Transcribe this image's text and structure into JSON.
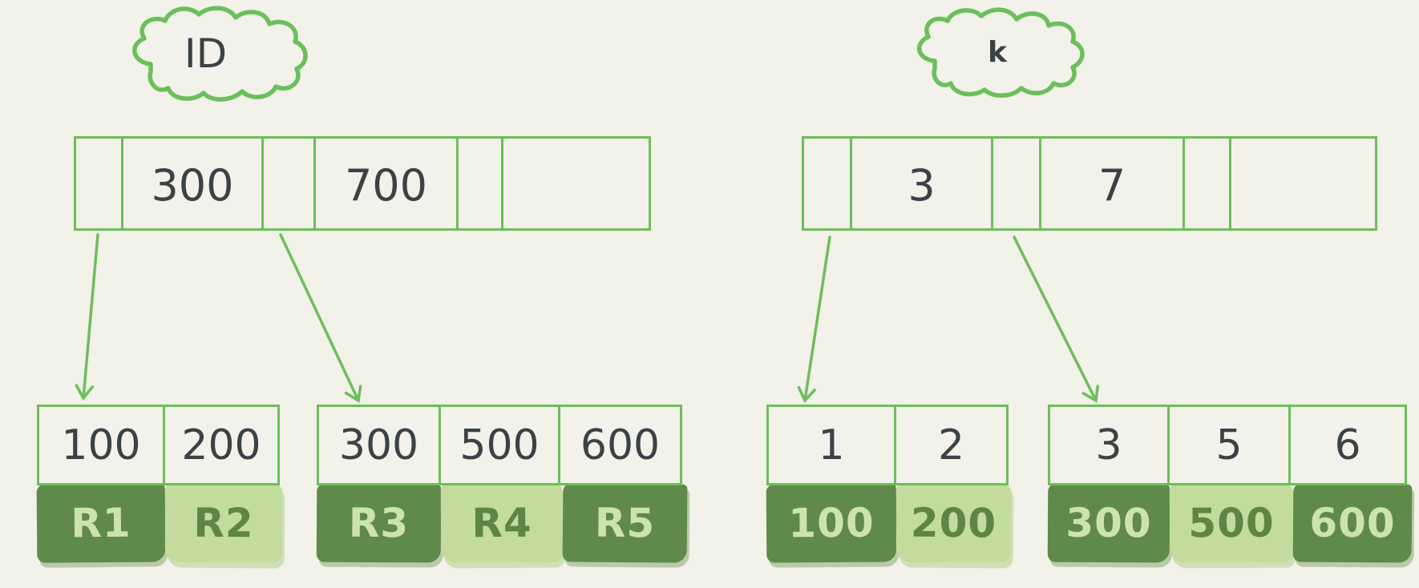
{
  "title": "B-tree index structures: secondary index on ID vs index on k",
  "colors": {
    "background": "#f2f1ea",
    "outline_green": "#6cbf5a",
    "ink_dark": "#3b4245",
    "block_dark_green": "#5f8a4a",
    "block_light_green": "#c3dc9d",
    "text_on_dark_block": "#cde3ae",
    "text_on_light_block": "#5f8544"
  },
  "left": {
    "cloud_label": "ID",
    "root_cells": [
      "",
      "300",
      "",
      "700",
      "",
      ""
    ],
    "leaf1_keys": [
      "100",
      "200"
    ],
    "leaf2_keys": [
      "300",
      "500",
      "600"
    ],
    "records": [
      "R1",
      "R2",
      "R3",
      "R4",
      "R5"
    ],
    "record_shades": [
      "dark",
      "light",
      "dark",
      "light",
      "dark"
    ]
  },
  "right": {
    "cloud_label": "k",
    "root_cells": [
      "",
      "3",
      "",
      "7",
      "",
      ""
    ],
    "leaf1_keys": [
      "1",
      "2"
    ],
    "leaf2_keys": [
      "3",
      "5",
      "6"
    ],
    "records": [
      "100",
      "200",
      "300",
      "500",
      "600"
    ],
    "record_shades": [
      "dark",
      "light",
      "dark",
      "light",
      "dark"
    ]
  }
}
